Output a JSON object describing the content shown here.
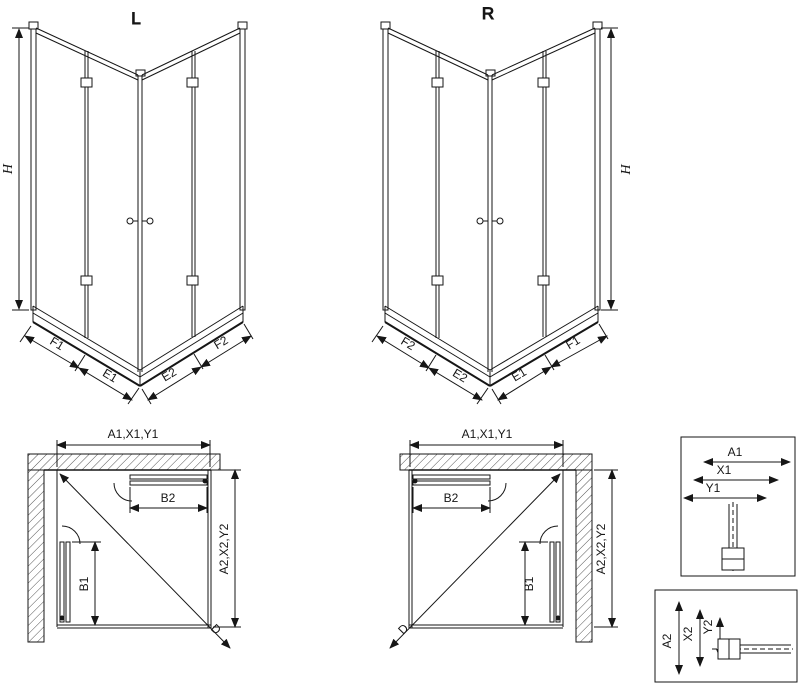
{
  "front_views": {
    "left": {
      "variant": "L"
    },
    "right": {
      "variant": "R"
    },
    "dims": {
      "h": "H",
      "f1": "F1",
      "e1": "E1",
      "e2": "E2",
      "f2": "F2"
    }
  },
  "plan_views": {
    "width_dim": "A1,X1,Y1",
    "depth_dim": "A2,X2,Y2",
    "b1": "B1",
    "b2": "B2",
    "diagonal": "D"
  },
  "details": {
    "top": {
      "a1": "A1",
      "x1": "X1",
      "y1": "Y1"
    },
    "bottom": {
      "a2": "A2",
      "x2": "X2",
      "y2": "Y2"
    }
  },
  "colors": {
    "line": "#161616",
    "background": "#ffffff"
  }
}
